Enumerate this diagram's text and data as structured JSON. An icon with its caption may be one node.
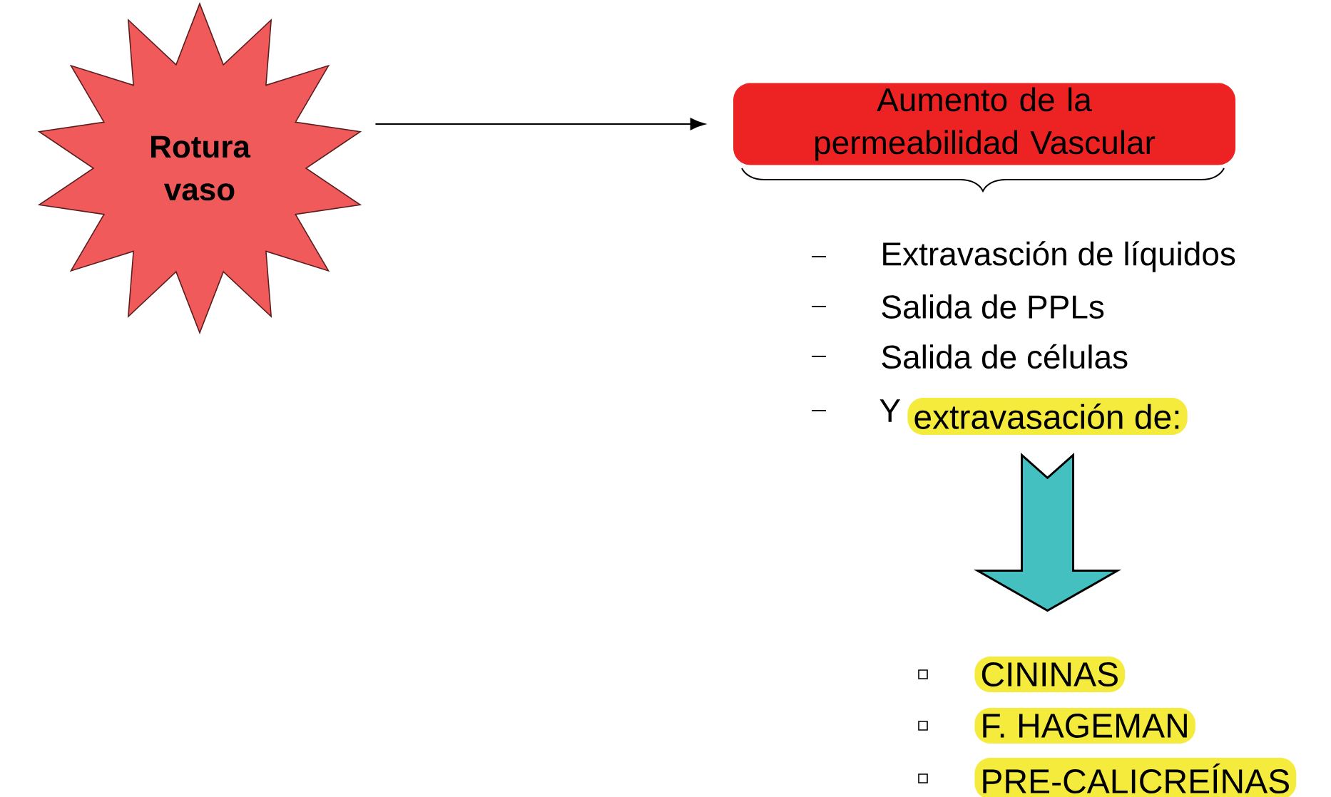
{
  "diagram": {
    "nodes": [
      {
        "text": [
          "Rotura vaso"
        ]
      },
      {
        "text": [
          "Aumento de la permeabilidad Vascular"
        ]
      },
      {
        "text": [
          "extravasación de:"
        ]
      },
      {
        "text": [
          "CININAS"
        ]
      },
      {
        "text": [
          "F. HAGEMAN"
        ]
      },
      {
        "text": [
          "PRE-CALICREÍNAS"
        ]
      }
    ],
    "edges": [
      {
        "from": 0,
        "to": 1,
        "arrow": "to"
      },
      {
        "from": 2,
        "to": 3,
        "arrow": "to",
        "style": "thick",
        "color": "#45c0c0"
      }
    ],
    "labels": [
      "Extravasción de líquidos",
      "Salida de PPLs",
      "Salida de células",
      "Y"
    ]
  }
}
